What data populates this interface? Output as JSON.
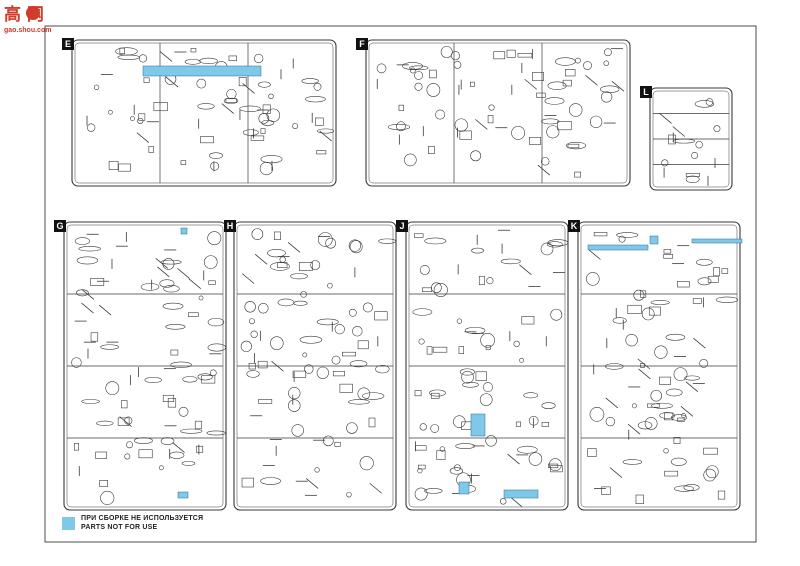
{
  "watermark": {
    "characters": "高 网",
    "url": "gao.shou.com"
  },
  "legend": {
    "line_ru": "ПРИ СБОРКЕ НЕ ИСПОЛЬЗУЕТСЯ",
    "line_en": "PARTS NOT FOR USE",
    "color": "#7fc8e8"
  },
  "sprues": [
    {
      "id": "E",
      "label": "E"
    },
    {
      "id": "F",
      "label": "F"
    },
    {
      "id": "L",
      "label": "L"
    },
    {
      "id": "G",
      "label": "G"
    },
    {
      "id": "H",
      "label": "H"
    },
    {
      "id": "J",
      "label": "J"
    },
    {
      "id": "K",
      "label": "K"
    }
  ],
  "colors": {
    "line": "#3a3a3a",
    "not_for_use": "#7fc8e8",
    "label_bg": "#111111"
  }
}
